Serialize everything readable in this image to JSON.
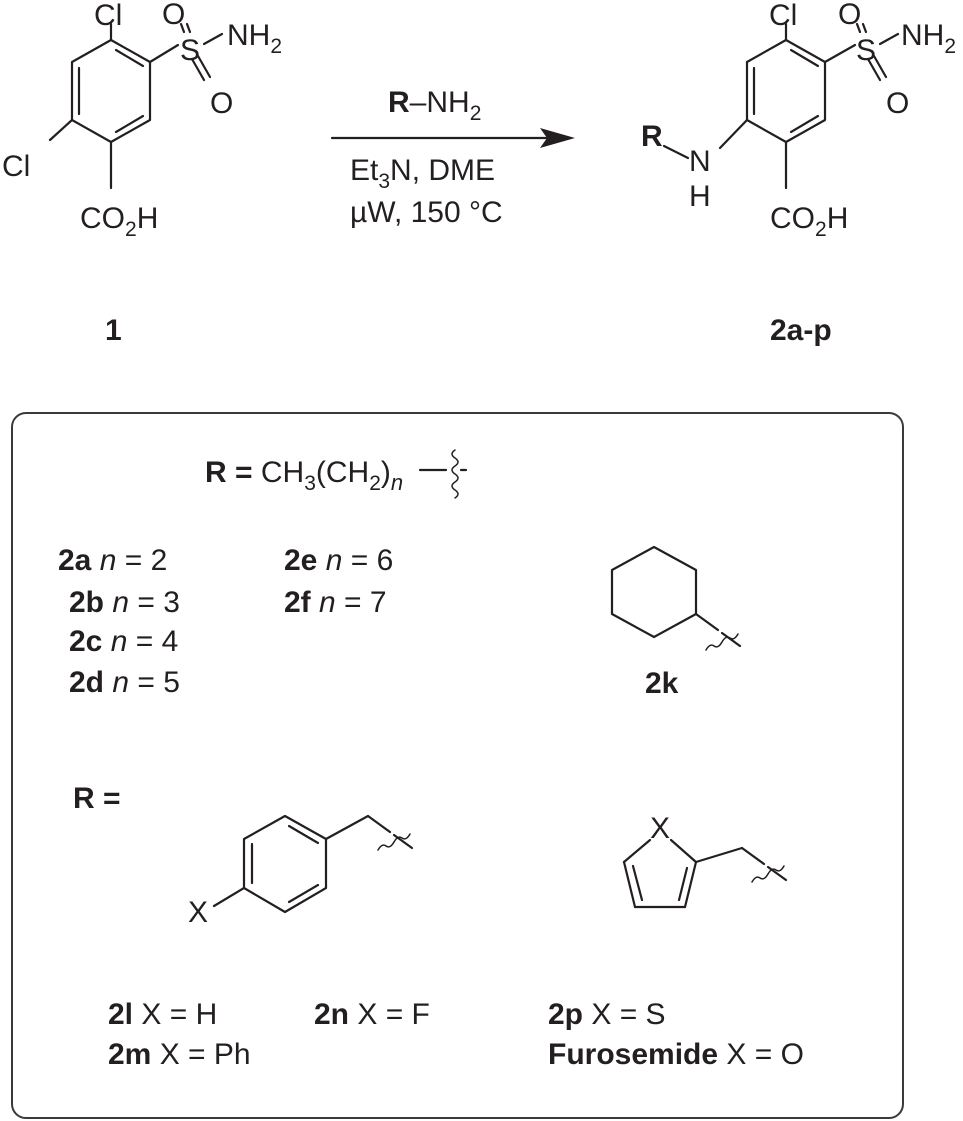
{
  "reactant": {
    "atoms": {
      "cl_top": "Cl",
      "cl_left": "Cl",
      "s": "S",
      "o_top": "O",
      "o_bottom": "O",
      "nh2_main": "NH",
      "nh2_sub": "2",
      "co": "CO",
      "co_sub": "2",
      "h": "H"
    },
    "compound_label": "1"
  },
  "reaction": {
    "reagent_r": "R",
    "reagent_dash_nh": "–NH",
    "reagent_sub": "2",
    "cond1_et": "Et",
    "cond1_sub": "3",
    "cond1_rest": "N, DME",
    "cond2": "µW, 150 °C"
  },
  "product": {
    "atoms": {
      "cl": "Cl",
      "s": "S",
      "o_top": "O",
      "o_bottom": "O",
      "nh2_main": "NH",
      "nh2_sub": "2",
      "co": "CO",
      "co_sub": "2",
      "h": "H",
      "r": "R",
      "n": "N",
      "nh_h": "H"
    },
    "compound_label": "2a-p"
  },
  "box": {
    "alkyl_header": {
      "r_eq": "R =",
      "ch": " CH",
      "sub3": "3",
      "mid": "(CH",
      "sub2": "2",
      "close": ")",
      "n": "n"
    },
    "alkyl_items": [
      {
        "id": "2a",
        "n_var": "n",
        "eq": " = 2"
      },
      {
        "id": "2b",
        "n_var": "n",
        "eq": " = 3"
      },
      {
        "id": "2c",
        "n_var": "n",
        "eq": " = 4"
      },
      {
        "id": "2d",
        "n_var": "n",
        "eq": " = 5"
      },
      {
        "id": "2e",
        "n_var": "n",
        "eq": " = 6"
      },
      {
        "id": "2f",
        "n_var": "n",
        "eq": " = 7"
      }
    ],
    "cyclohexyl_label": "2k",
    "r_eq2": "R =",
    "benzyl_x": "X",
    "heteroaryl_x": "X",
    "variants": [
      {
        "id": "2l",
        "desc": " X = H"
      },
      {
        "id": "2m",
        "desc": " X = Ph"
      },
      {
        "id": "2n",
        "desc": " X = F"
      },
      {
        "id": "2p",
        "desc": " X = S"
      },
      {
        "id": "Furosemide",
        "desc": " X = O"
      }
    ]
  },
  "colors": {
    "ink": "#231f20",
    "border": "#3a3a3a",
    "background": "#ffffff"
  }
}
